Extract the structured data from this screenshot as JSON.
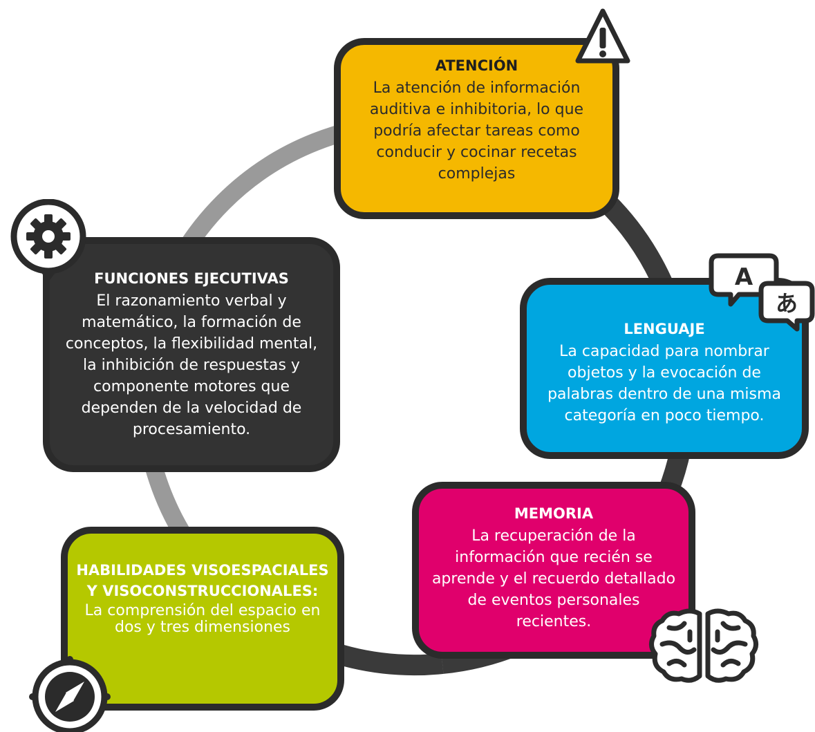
{
  "colors": {
    "ring_light": "#9a9a9a",
    "ring_dark": "#3a3a3a",
    "outline": "#2b2b2b",
    "atencion": "#f5b800",
    "funciones": "#333333",
    "lenguaje": "#00a6e0",
    "memoria": "#e0006c",
    "habilidades": "#b5c800"
  },
  "atencion": {
    "title": "ATENCIÓN",
    "text": "La atención de información auditiva e inhibitoria, lo que podría afectar tareas como conducir y cocinar recetas complejas",
    "icon": "warning-icon"
  },
  "funciones": {
    "title": "FUNCIONES EJECUTIVAS",
    "text": "El razonamiento verbal y matemático, la formación de conceptos, la flexibilidad mental,  la inhibición de respuestas y componente motores que dependen de la velocidad de procesamiento.",
    "icon": "gear-icon"
  },
  "lenguaje": {
    "title": "LENGUAJE",
    "text": "La capacidad para nombrar objetos y la evocación de palabras dentro de una misma categoría en poco tiempo.",
    "icon": "translate-icon",
    "bubble_a": "A",
    "bubble_b": "あ"
  },
  "memoria": {
    "title": "MEMORIA",
    "text": "La recuperación de la información que recién se aprende y el recuerdo detallado de eventos personales recientes.",
    "icon": "brain-icon"
  },
  "habilidades": {
    "title": "HABILIDADES VISOESPACIALES Y VISOCONSTRUCCIONALES:",
    "text": "La comprensión del espacio en dos y tres dimensiones",
    "icon": "compass-icon"
  }
}
